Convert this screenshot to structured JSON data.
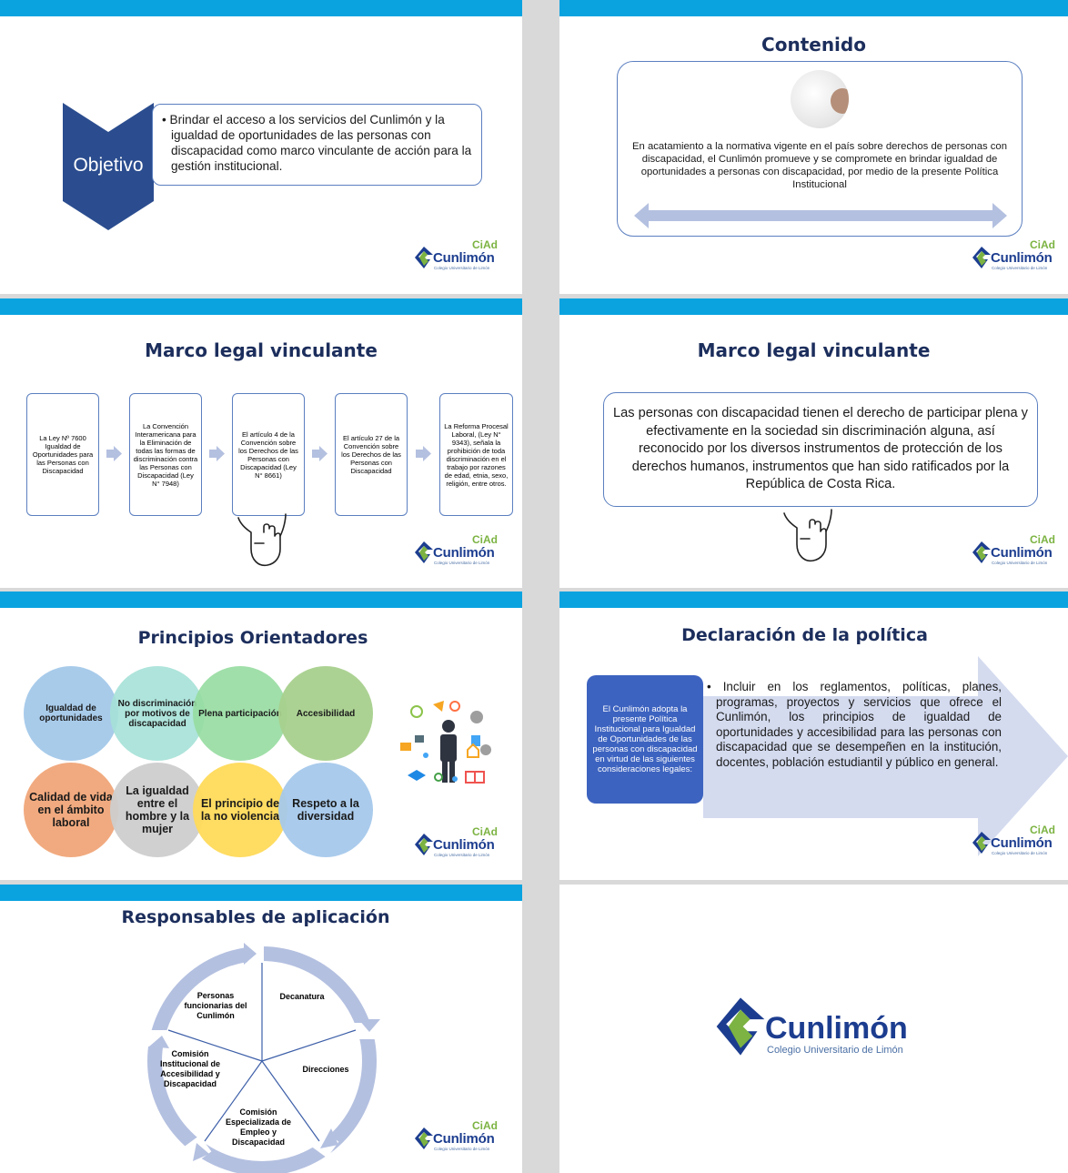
{
  "brand": {
    "logo_text": "Cunlimón",
    "ciad_text": "CiAd",
    "logo_sub": "Colegio Universitario de Limón",
    "colors": {
      "topbar": "#0aa3e0",
      "title": "#1c2e5c",
      "navy": "#2b4d8f",
      "green": "#7cb342"
    }
  },
  "slide1": {
    "label": "Objetivo",
    "bullet": "• Brindar el acceso a los servicios del Cunlimón y la igualdad de oportunidades de las personas con discapacidad como marco vinculante de acción para la gestión institucional."
  },
  "slide2": {
    "title": "Contenido",
    "body": "En acatamiento a la normativa vigente en el país sobre derechos de personas con discapacidad, el Cunlimón promueve y se compromete en brindar igualdad de oportunidades a personas con discapacidad, por medio de la presente Política Institucional"
  },
  "slide3": {
    "title": "Marco legal vinculante",
    "boxes": [
      "La Ley Nº 7600 Igualdad de Oportunidades para las Personas con Discapacidad",
      "La Convención Interamericana para la Eliminación de todas las formas de discriminación contra las Personas con Discapacidad (Ley N° 7948)",
      "El artículo 4 de la Convención sobre los Derechos de las Personas con Discapacidad (Ley N° 8661)",
      "El artículo 27 de la Convención sobre los Derechos de las Personas con Discapacidad",
      "La Reforma Procesal Laboral, (Ley N° 9343), señala la prohibición de toda discriminación en el trabajo por razones de edad, etnia, sexo, religión, entre otros."
    ]
  },
  "slide4": {
    "title": "Marco legal vinculante",
    "body": "Las personas con discapacidad tienen el derecho de participar plena y efectivamente en la sociedad sin discriminación alguna, así reconocido por los diversos instrumentos de protección de los derechos humanos, instrumentos que han sido ratificados por la República de Costa Rica."
  },
  "slide5": {
    "title": "Principios Orientadores",
    "top": [
      "Igualdad de oportunidades",
      "No discriminación por motivos de discapacidad",
      "Plena participación",
      "Accesibilidad"
    ],
    "bottom": [
      "Calidad de vida en el ámbito laboral",
      "La igualdad entre el hombre y la mujer",
      "El principio de la no violencia",
      "Respeto a la diversidad"
    ]
  },
  "slide6": {
    "title": "Declaración de la política",
    "left": "El Cunlimón adopta la presente Política Institucional para Igualdad de Oportunidades de las personas con discapacidad en virtud de las siguientes consideraciones legales:",
    "bullet": "• Incluir en los reglamentos, políticas, planes, programas, proyectos y servicios que ofrece el Cunlimón, los principios de igualdad de oportunidades y accesibilidad para las personas con discapacidad que se desempeñen en la institución, docentes, población estudiantil y público en general."
  },
  "slide7": {
    "title": "Responsables de aplicación",
    "segments": [
      "Personas funcionarias del Cunlimón",
      "Decanatura",
      "Direcciones",
      "Comisión Especializada de Empleo y Discapacidad",
      "Comisión Institucional de Accesibilidad y Discapacidad"
    ]
  }
}
